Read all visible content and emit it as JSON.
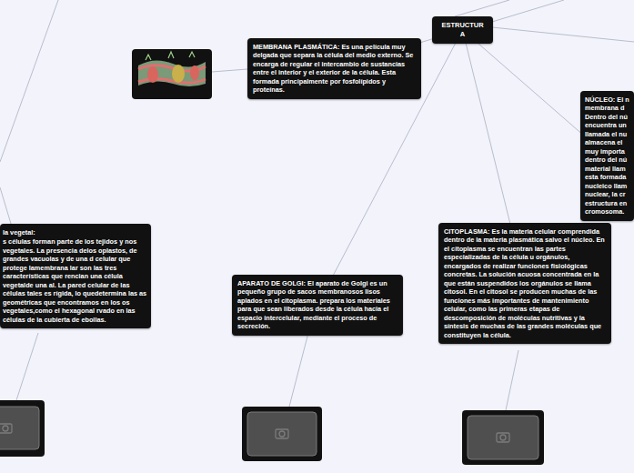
{
  "diagram": {
    "nodes": [
      {
        "text": [
          "ESTRUCTURA"
        ]
      },
      {
        "text": [
          "MEMBRANA PLASMÁTICA: Es una película muy delgada que separa la célula del medio externo. Se encarga de regular el intercambio de sustancias entre el interior y el exterior de la célula. Esta formada principalmente por fosfolípidos y proteínas."
        ]
      },
      {
        "text": [
          "NÚCLEO: El n membrana d Dentro del nú encuentra un llamada el nu almacena el muy importa dentro del nú material llam esta formada nucleico llam nuclear, la cr estructura en cromosoma."
        ]
      },
      {
        "text": [
          "la vegetal:",
          "s células forman parte de los tejidos y nos vegetales. La presencia delos oplastos, de grandes vacuolas y de una d celular que protege lamembrana lar son las tres características que rencian una célula vegetalde una al. La pared celular de las células tales es rígida, lo quedetermina las as geométricas que encontramos en los os vegetales,como el hexagonal rvado en las células de la cubierta de ebollas."
        ]
      },
      {
        "text": [
          "APARATO DE GOLGI: El aparato de Golgi es un pequeño grupo de sacos membranosos lisos aplados en el citoplasma. prepara los materiales para que sean liberados desde la célula hacia el espacio intercelular, mediante el proceso de secreción."
        ]
      },
      {
        "text": [
          "CITOPLASMA: Es la materia celular comprendida dentro de la materia plasmática salvo el núcleo. En el citoplasma se encuentran las partes especializadas de la célula u orgánulos, encargados de realizar funciones fisiológicas concretas. La solución acuosa concentrada en la que están suspendidos los orgánulos se llama citosol. En el citosol se producen muchas de las funciones más importantes de mantenimiento celular, como las primeras etapas de descomposición de moléculas nutritivas y la síntesis de muchas de las grandes moléculas que constituyen la célula."
        ]
      }
    ],
    "edges": [
      {
        "from": 0,
        "to": 1,
        "arrow": "none"
      },
      {
        "from": 0,
        "to": 2,
        "arrow": "none"
      },
      {
        "from": 0,
        "to": 4,
        "arrow": "none"
      },
      {
        "from": 0,
        "to": 5,
        "arrow": "none"
      }
    ]
  }
}
